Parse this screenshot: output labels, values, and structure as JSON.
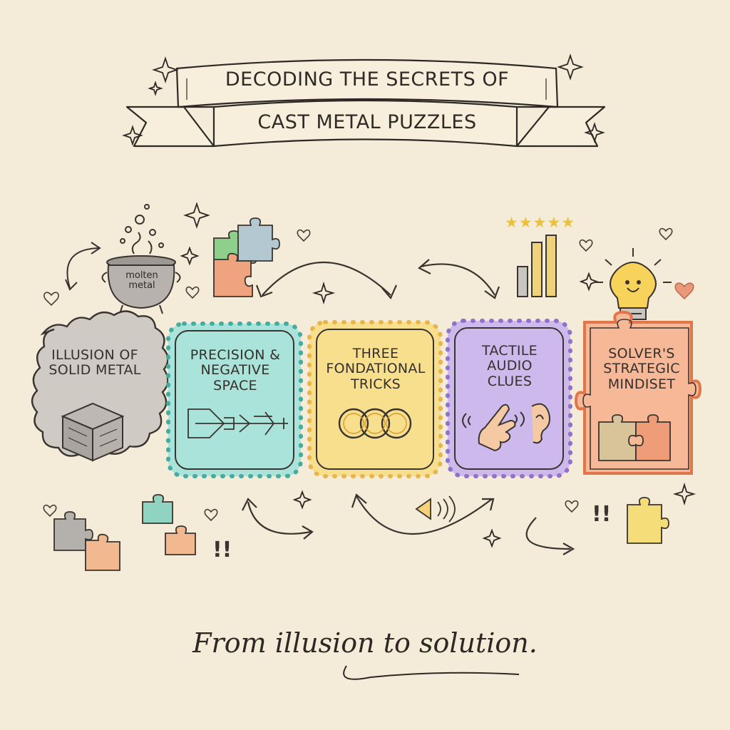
{
  "banner": {
    "line1": "Decoding the Secrets of",
    "line2": "Cast Metal Puzzles"
  },
  "cauldron_label": "molten metal",
  "cards": [
    {
      "label": "Illusion of solid metal",
      "color": "#cfcac3",
      "icon": "cube-icon"
    },
    {
      "label": "Precision & Negative Space",
      "color": "#a9e3d9",
      "icon": "blueprint-icon"
    },
    {
      "label": "Three Fondational Tricks",
      "color": "#f7df8e",
      "icon": "rings-icon"
    },
    {
      "label": "Tactile Audio Clues",
      "color": "#cdb9ec",
      "icon": "hand-ear-icon"
    },
    {
      "label": "Solver's Strategic Mindiset",
      "color": "#f6b896",
      "icon": "puzzle-pieces-icon"
    }
  ],
  "decor": {
    "exclaim_left": "!!",
    "exclaim_right": "!!",
    "stars_rating": "★★★★★"
  },
  "tagline": "From illusion to solution."
}
